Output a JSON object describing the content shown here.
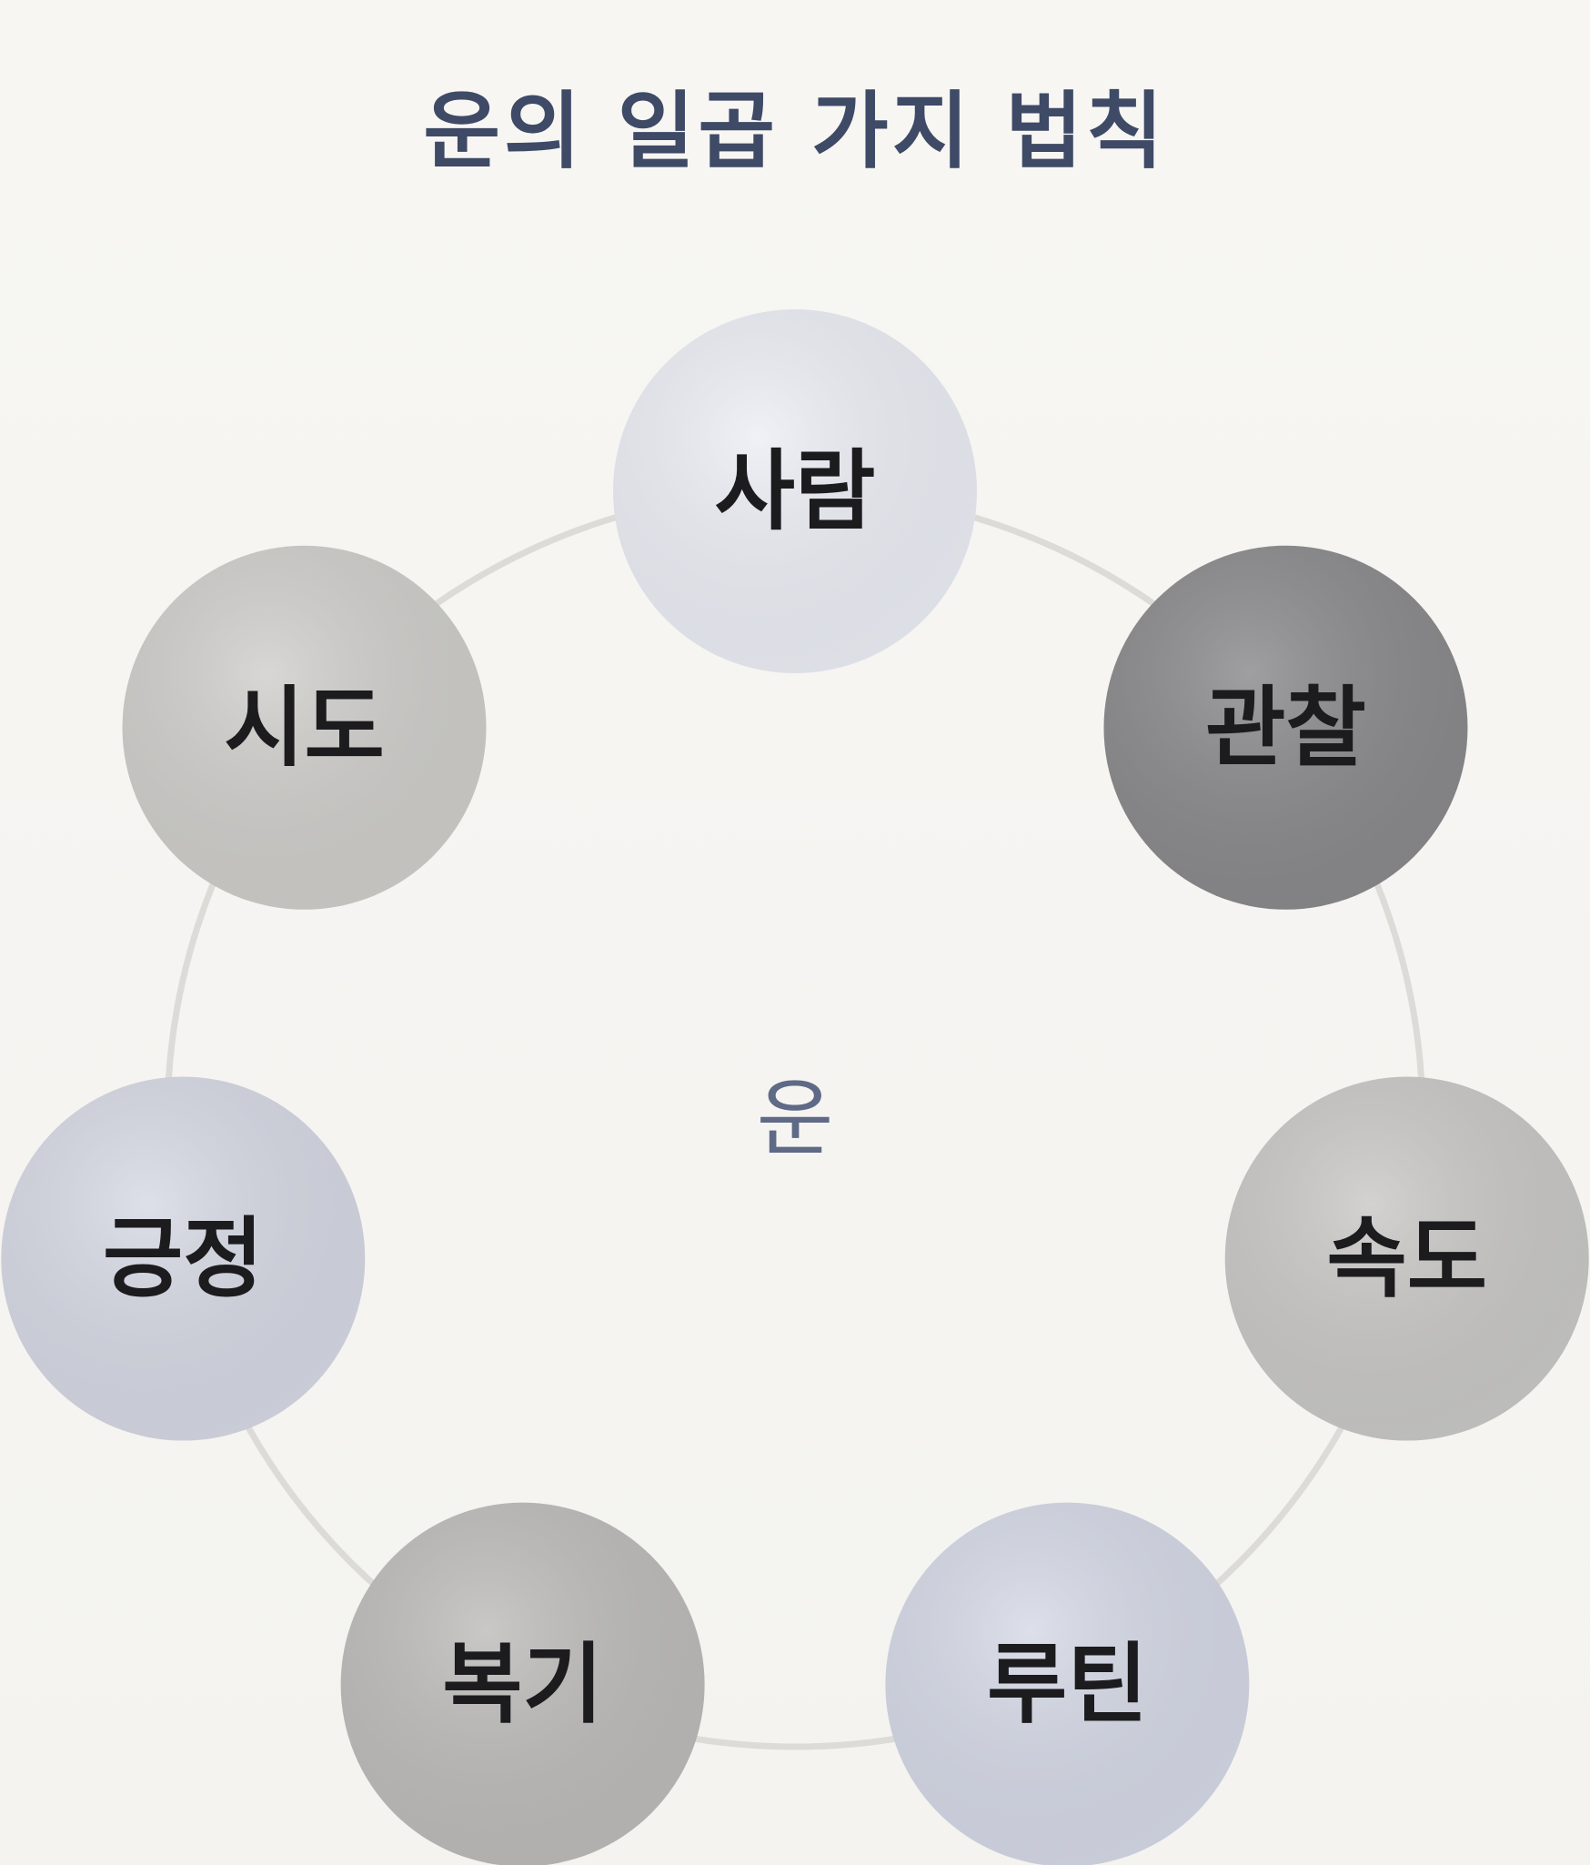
{
  "title": "운의 일곱 가지 법칙",
  "center": {
    "label": "운",
    "color": "#5f6a86"
  },
  "ring": {
    "color": "#dcdbd8"
  },
  "nodes": [
    {
      "label": "사람",
      "fill": "#eceef5"
    },
    {
      "label": "관찰",
      "fill": "#8a8a8c"
    },
    {
      "label": "속도",
      "fill": "#c9c8c6"
    },
    {
      "label": "루틴",
      "fill": "#d5d9e6"
    },
    {
      "label": "복기",
      "fill": "#bdbcba"
    },
    {
      "label": "긍정",
      "fill": "#d6d9e4"
    },
    {
      "label": "시도",
      "fill": "#cfcecb"
    }
  ]
}
